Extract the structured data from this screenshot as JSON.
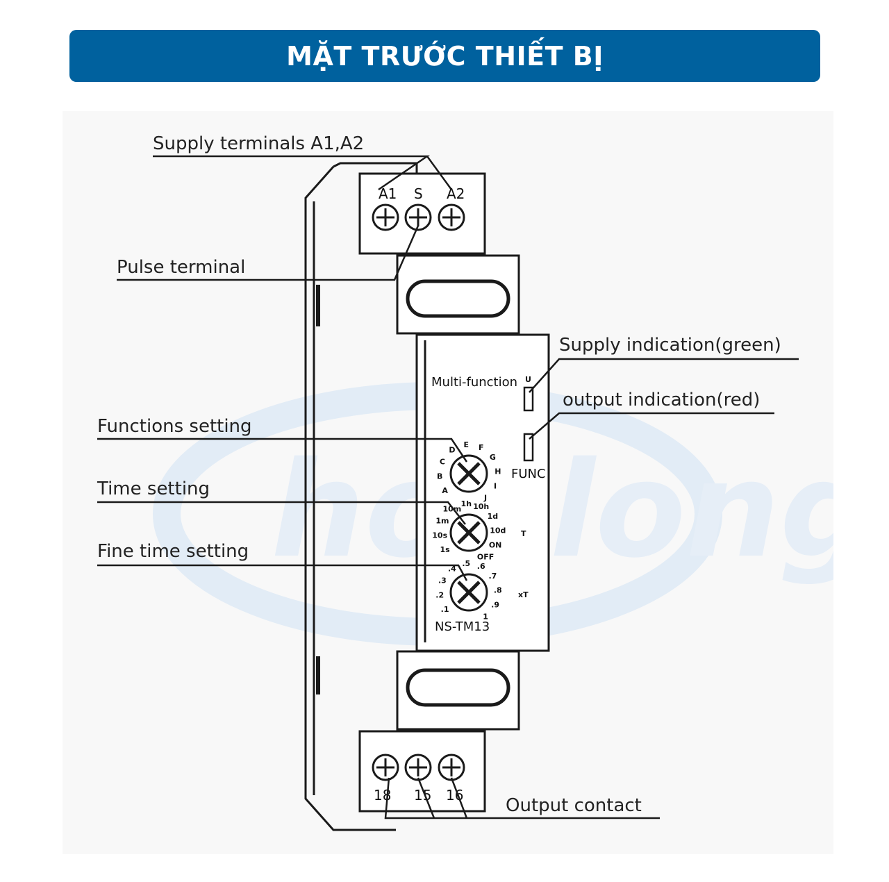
{
  "banner": {
    "title": "MẶT TRƯỚC THIẾT BỊ"
  },
  "watermark": {
    "text": "hoplong",
    "color": "#dfeaf5"
  },
  "colors": {
    "banner": "#00619e",
    "line": "#1a1a1a"
  },
  "callouts": {
    "supply_terminals": "Supply terminals A1,A2",
    "pulse_terminal": "Pulse  terminal",
    "functions_setting": "Functions setting",
    "time_setting": "Time setting",
    "fine_time_setting": "Fine time setting",
    "supply_indication": "Supply indication(green)",
    "output_indication": "output indication(red)",
    "output_contact": "Output  contact"
  },
  "device": {
    "top_terminals": [
      "A1",
      "S",
      "A2"
    ],
    "bottom_terminals": [
      "18",
      "15",
      "16"
    ],
    "front_label": "Multi-function",
    "led_u_label": "U",
    "func_label": "FUNC",
    "model": "NS-TM13",
    "dial_function_marks": [
      "A",
      "B",
      "C",
      "D",
      "E",
      "F",
      "G",
      "H",
      "I",
      "J"
    ],
    "dial_time_marks": [
      "1s",
      "10s",
      "1m",
      "10m",
      "1h",
      "10h",
      "1d",
      "10d",
      "ON",
      "OFF"
    ],
    "dial_time_unit": "T",
    "dial_fine_marks": [
      ".1",
      ".2",
      ".3",
      ".4",
      ".5",
      ".6",
      ".7",
      ".8",
      ".9",
      "1"
    ],
    "dial_fine_unit": "xT"
  }
}
